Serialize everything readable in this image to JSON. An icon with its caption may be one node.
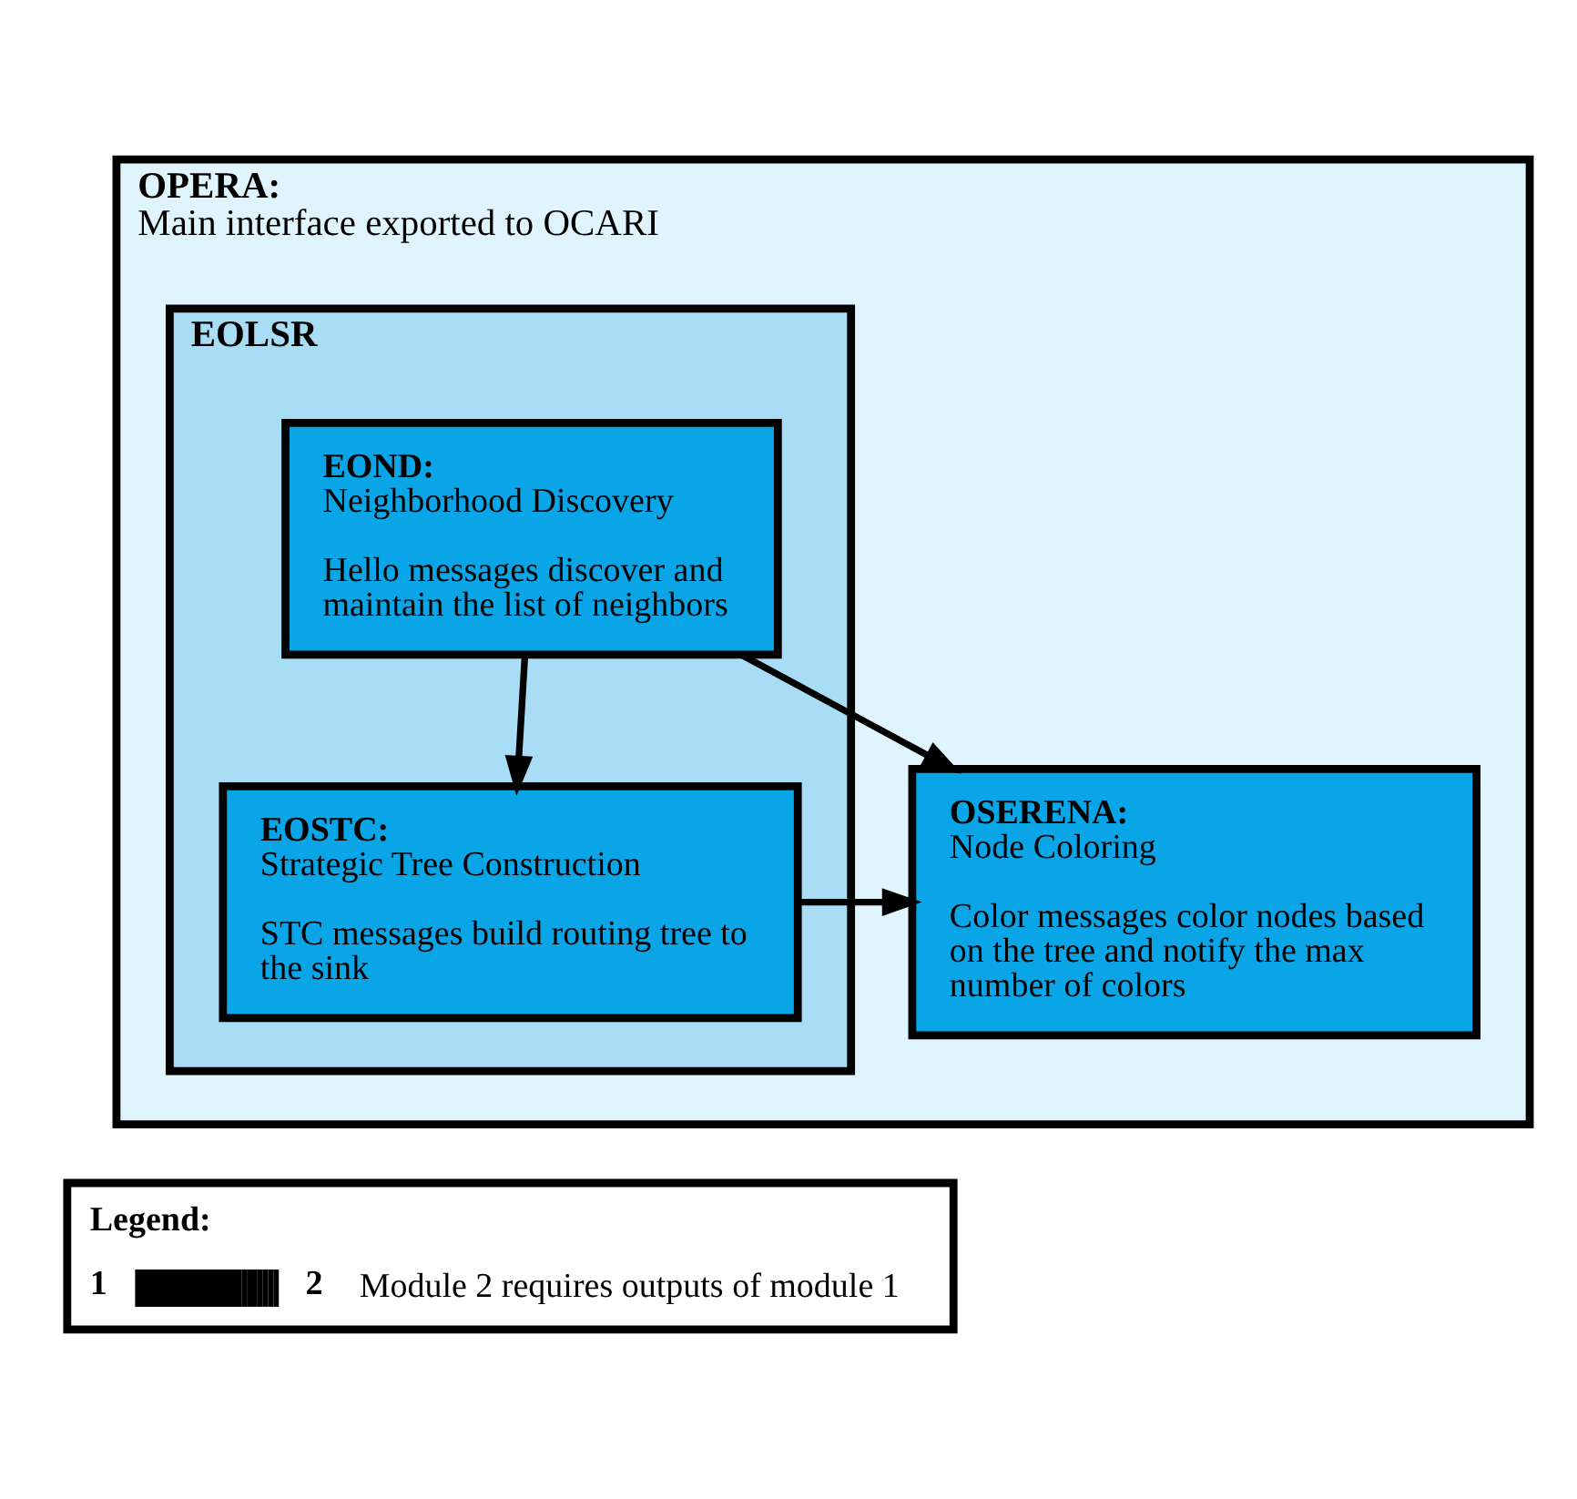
{
  "diagram": {
    "nodes": [
      {
        "text": [
          "OPERA:",
          "Main interface exported to OCARI"
        ]
      },
      {
        "text": [
          "EOLSR"
        ],
        "in": 0
      },
      {
        "text": [
          "EOND:",
          "Neighborhood Discovery",
          "Hello messages discover and maintain the list of neighbors"
        ],
        "in": 1
      },
      {
        "text": [
          "OSERENA:",
          "Node Coloring",
          "Color messages color nodes based on the tree and notify the max number of colors"
        ],
        "in": 0
      },
      {
        "text": [
          "EOSTC:",
          "Strategic Tree Construction",
          "STC messages build routing tree to the sink"
        ],
        "in": 1
      }
    ],
    "edges": [
      {
        "from": 2,
        "to": 3,
        "arrow": "to"
      },
      {
        "from": 2,
        "to": 4,
        "arrow": "to"
      },
      {
        "from": 4,
        "to": 3,
        "arrow": "to"
      }
    ],
    "labels": [
      "Legend:",
      "1",
      "2"
    ],
    "legend": [
      {
        "text": "Module 2 requires outputs of module 1"
      }
    ]
  }
}
